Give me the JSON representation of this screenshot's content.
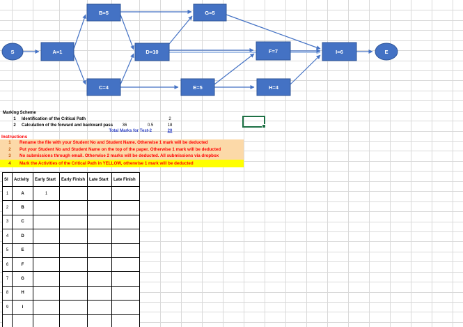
{
  "diagram": {
    "nodes": [
      {
        "id": "S",
        "label": "S",
        "type": "start-ellipse"
      },
      {
        "id": "A",
        "label": "A=1",
        "type": "activity-box"
      },
      {
        "id": "B",
        "label": "B=5",
        "type": "activity-box"
      },
      {
        "id": "C",
        "label": "C=4",
        "type": "activity-box"
      },
      {
        "id": "D",
        "label": "D=10",
        "type": "activity-box"
      },
      {
        "id": "E5",
        "label": "E=5",
        "type": "activity-box"
      },
      {
        "id": "F",
        "label": "F=7",
        "type": "activity-box"
      },
      {
        "id": "G",
        "label": "G=5",
        "type": "activity-box"
      },
      {
        "id": "H",
        "label": "H=4",
        "type": "activity-box"
      },
      {
        "id": "I",
        "label": "I=6",
        "type": "activity-box"
      },
      {
        "id": "End",
        "label": "E",
        "type": "end-ellipse"
      }
    ],
    "edges": [
      {
        "from": "S",
        "to": "A"
      },
      {
        "from": "A",
        "to": "B"
      },
      {
        "from": "A",
        "to": "C"
      },
      {
        "from": "B",
        "to": "G"
      },
      {
        "from": "B",
        "to": "D"
      },
      {
        "from": "C",
        "to": "D"
      },
      {
        "from": "C",
        "to": "E5"
      },
      {
        "from": "D",
        "to": "G"
      },
      {
        "from": "D",
        "to": "F"
      },
      {
        "from": "D",
        "to": "I",
        "style": "light"
      },
      {
        "from": "E5",
        "to": "F"
      },
      {
        "from": "E5",
        "to": "H"
      },
      {
        "from": "G",
        "to": "I"
      },
      {
        "from": "F",
        "to": "I"
      },
      {
        "from": "H",
        "to": "I"
      },
      {
        "from": "I",
        "to": "End"
      }
    ],
    "colors": {
      "node_fill": "#4472c4",
      "node_border": "#2f5597",
      "edge": "#4472c4",
      "edge_light": "#a9c2e8"
    }
  },
  "marking_scheme": {
    "title": "Marking Scheme",
    "items": [
      {
        "num": "1",
        "text": "Identification of the Critical Path",
        "marks": "2"
      },
      {
        "num": "2",
        "text": "Calculation of the forward and backward pass",
        "col1": "36",
        "col2": "0.5",
        "marks": "18"
      }
    ],
    "total_label": "Total Marks for Test-2",
    "total_value": "20",
    "fill_color": "#d5e6f2"
  },
  "instructions": {
    "title": "Instructions",
    "items": [
      {
        "num": "1",
        "text": "Rename the file with your Student No and Student Name. Otherwise 1 mark will be deducted",
        "highlight": "orange"
      },
      {
        "num": "2",
        "text": "Put your Student No and Student Name on the top of the paper. Otherwise 1 mark will be deducted",
        "highlight": "orange"
      },
      {
        "num": "3",
        "text": "No submissions through email. Otherwise 2 marks will be deducted. All submissions via dropbox",
        "highlight": "orange"
      },
      {
        "num": "4",
        "text": "Mark the Activities of the Critical Path in YELLOW, otherwise 1 mark will be deducted",
        "highlight": "yellow"
      }
    ],
    "highlight_colors": {
      "orange": "#fcd9a8",
      "yellow": "#ffff00"
    }
  },
  "activity_table": {
    "headers": [
      "Sl",
      "Activity",
      "Early Start",
      "Early Finish",
      "Late Start",
      "Late Finish"
    ],
    "rows": [
      [
        "1",
        "A",
        "1",
        "",
        "",
        ""
      ],
      [
        "2",
        "B",
        "",
        "",
        "",
        ""
      ],
      [
        "3",
        "C",
        "",
        "",
        "",
        ""
      ],
      [
        "4",
        "D",
        "",
        "",
        "",
        ""
      ],
      [
        "5",
        "E",
        "",
        "",
        "",
        ""
      ],
      [
        "6",
        "F",
        "",
        "",
        "",
        ""
      ],
      [
        "7",
        "G",
        "",
        "",
        "",
        ""
      ],
      [
        "8",
        "H",
        "",
        "",
        "",
        ""
      ],
      [
        "9",
        "I",
        "",
        "",
        "",
        ""
      ],
      [
        "",
        "",
        "",
        "",
        "",
        ""
      ]
    ]
  },
  "selection": {
    "note": "active-cell",
    "border_color": "#1d7044"
  }
}
